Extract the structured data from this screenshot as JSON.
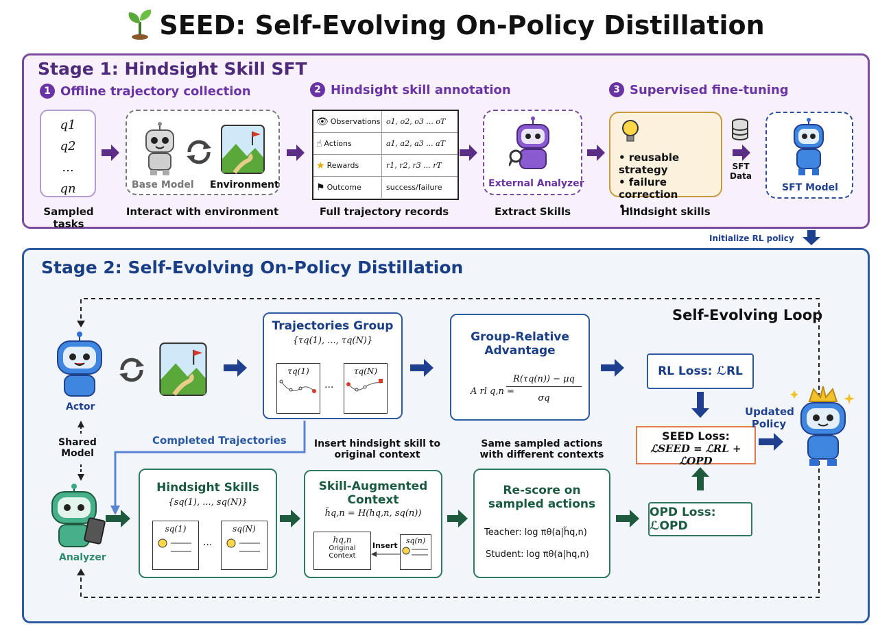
{
  "title": "SEED: Self-Evolving On-Policy Distillation",
  "stage1": {
    "title": "Stage 1: Hindsight Skill SFT",
    "steps": [
      {
        "num": "1",
        "label": "Offline trajectory collection"
      },
      {
        "num": "2",
        "label": "Hindsight skill annotation"
      },
      {
        "num": "3",
        "label": "Supervised fine-tuning"
      }
    ],
    "tasks": [
      "q1",
      "q2",
      "...",
      "qn"
    ],
    "tasks_caption": "Sampled tasks",
    "base_model_label": "Base Model",
    "environment_label": "Environment",
    "interact_caption": "Interact with environment",
    "trajectory_rows": [
      {
        "name": "Observations",
        "value": "o1, o2, o3 ... oT"
      },
      {
        "name": "Actions",
        "value": "a1, a2, a3 ... aT"
      },
      {
        "name": "Rewards",
        "value": "r1, r2, r3 ... rT"
      },
      {
        "name": "Outcome",
        "value": "success/failure"
      }
    ],
    "records_caption": "Full trajectory records",
    "analyzer_label": "External Analyzer",
    "extract_caption": "Extract Skills",
    "skills": [
      "• reusable strategy",
      "• failure correction",
      "• ..."
    ],
    "skills_caption": "Hindsight skills",
    "sft_data_label": "SFT Data",
    "sft_model_label": "SFT Model",
    "init_label": "Initialize RL policy"
  },
  "stage2": {
    "title": "Stage 2: Self-Evolving On-Policy Distillation",
    "loop_label": "Self-Evolving Loop",
    "actor_label": "Actor",
    "shared_label": "Shared Model",
    "analyzer_label": "Analyzer",
    "traj_group_title": "Trajectories Group",
    "traj_group_set": "{τq(1), ..., τq(N)}",
    "traj1": "τq(1)",
    "trajN": "τq(N)",
    "ellipsis": "...",
    "gra_title": "Group-Relative Advantage",
    "gra_lhs": "A rl q,n =",
    "gra_num": "R(τq(n)) − μq",
    "gra_den": "σq",
    "rl_loss": "RL Loss: ℒRL",
    "seed_loss_title": "SEED Loss:",
    "seed_loss_formula": "ℒSEED = ℒRL + ℒOPD",
    "updated_policy": "Updated Policy",
    "opd_loss": "OPD Loss: ℒOPD",
    "completed_label": "Completed Trajectories",
    "hs_title": "Hindsight Skills",
    "hs_set": "{sq(1), ..., sq(N)}",
    "hs_card1": "sq(1)",
    "hs_cardN": "sq(N)",
    "insert_note": "Insert hindsight skill to original context",
    "sac_title": "Skill-Augmented Context",
    "sac_formula": "h̃q,n = H(hq,n, sq(n))",
    "ctx_h": "hq,n",
    "ctx_label": "Original Context",
    "insert_label": "Insert",
    "ctx_skill": "sq(n)",
    "same_note": "Same sampled actions with different contexts",
    "rescore_title": "Re-score on sampled actions",
    "teacher": "Teacher: log πθ(a|h̃q,n)",
    "student": "Student: log πθ(a|hq,n)"
  }
}
